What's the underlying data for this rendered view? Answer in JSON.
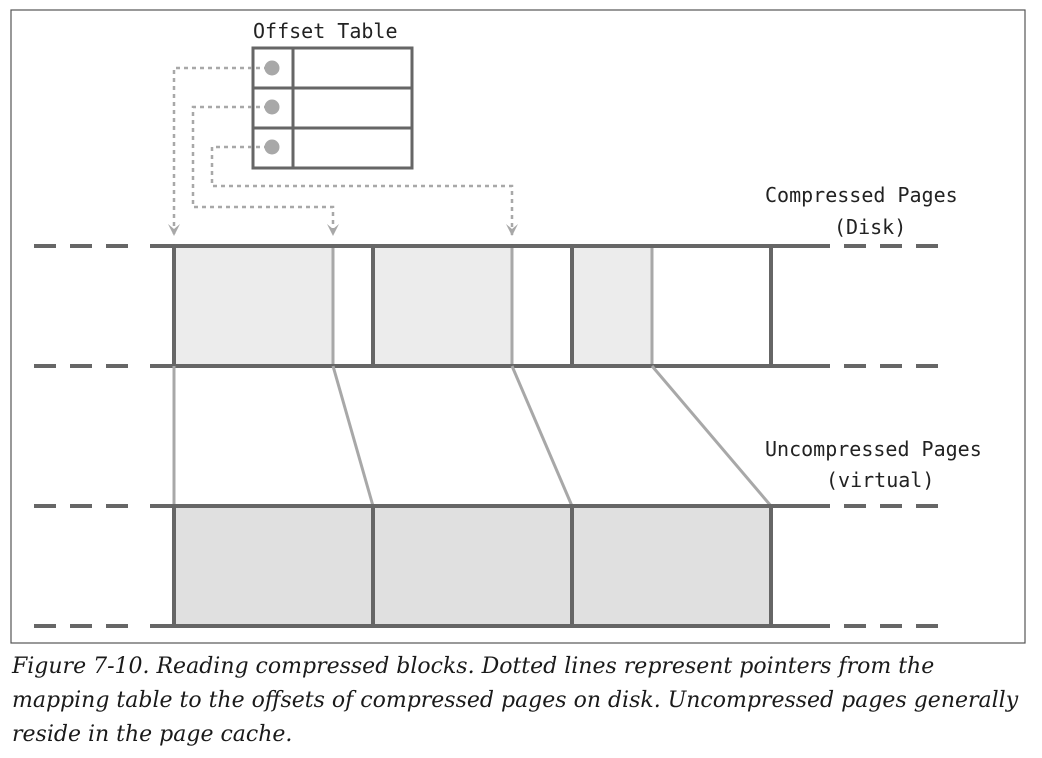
{
  "diagram": {
    "offset_table_label": "Offset Table",
    "compressed_label_line1": "Compressed Pages",
    "compressed_label_line2": "(Disk)",
    "uncompressed_label_line1": "Uncompressed Pages",
    "uncompressed_label_line2": "(virtual)",
    "colors": {
      "line": "#666666",
      "pointer": "#a8a8a8",
      "compressed_fill": "#ececec",
      "uncompressed_fill": "#e0e0e0",
      "frame": "#555555"
    }
  },
  "caption": {
    "text": "Figure 7-10. Reading compressed blocks. Dotted lines represent pointers from the mapping table to the offsets of compressed pages on disk. Uncompressed pages generally reside in the page cache."
  }
}
